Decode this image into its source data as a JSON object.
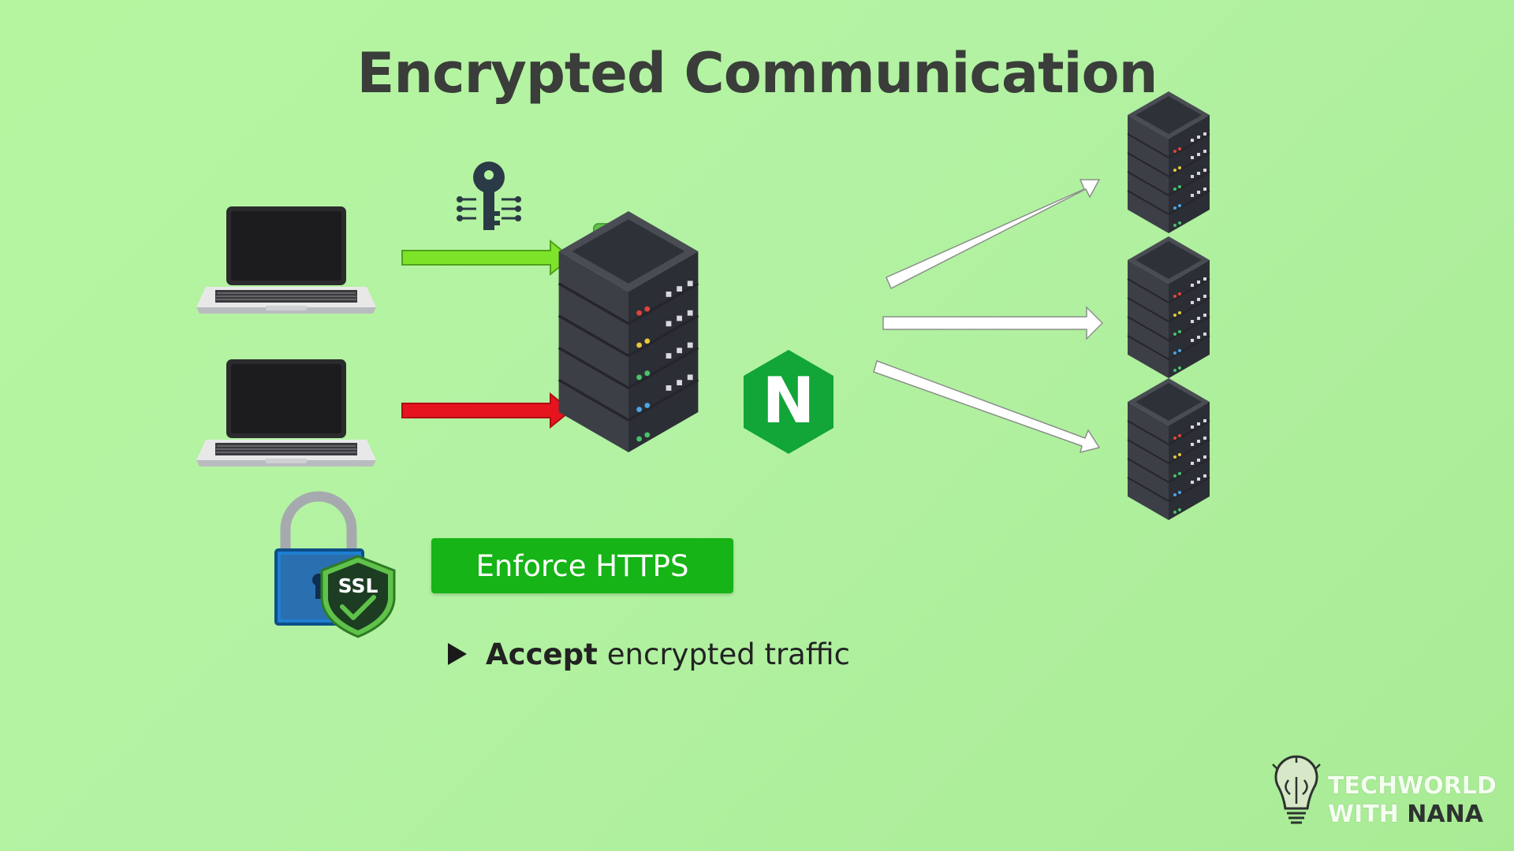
{
  "title": "Encrypted Communication",
  "button": {
    "label": "Enforce HTTPS"
  },
  "bullet": {
    "bold": "Accept",
    "rest": "encrypted traffic"
  },
  "ssl_badge": {
    "label": "SSL"
  },
  "nginx_badge": {
    "label": "N"
  },
  "brand": {
    "line1": "TECHWORLD",
    "line2_a": "WITH",
    "line2_b": "NANA"
  },
  "colors": {
    "background": "#b4f39e",
    "encrypted_arrow": "#7de42a",
    "unencrypted_arrow": "#e6141e",
    "checkmark_badge": "#5fc24a",
    "nginx_green": "#12a538",
    "https_button": "#16b416",
    "server_dark": "#3d3f47"
  },
  "icons": [
    "laptop-icon",
    "key-icon",
    "check-badge-icon",
    "server-rack-icon",
    "nginx-logo-icon",
    "padlock-icon",
    "ssl-shield-icon",
    "lightbulb-brain-icon"
  ]
}
